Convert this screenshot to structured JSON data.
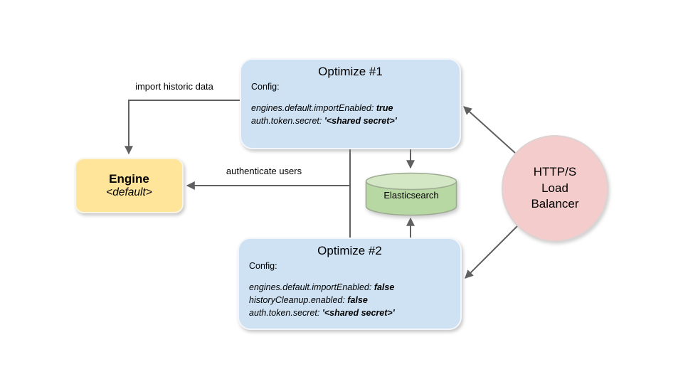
{
  "diagram": {
    "nodes": {
      "optimize1": {
        "title": "Optimize #1",
        "config_label": "Config:",
        "config_lines": [
          {
            "key": "engines.default.importEnabled: ",
            "value": "true"
          },
          {
            "key": "auth.token.secret: ",
            "value": "'<shared secret>'"
          }
        ]
      },
      "optimize2": {
        "title": "Optimize #2",
        "config_label": "Config:",
        "config_lines": [
          {
            "key": "engines.default.importEnabled: ",
            "value": "false"
          },
          {
            "key": "historyCleanup.enabled: ",
            "value": "false"
          },
          {
            "key": "auth.token.secret: ",
            "value": "'<shared secret>'"
          }
        ]
      },
      "engine": {
        "title": "Engine",
        "subtitle": "<default>"
      },
      "elasticsearch": {
        "label": "Elasticsearch"
      },
      "load_balancer": {
        "line1": "HTTP/S",
        "line2": "Load",
        "line3": "Balancer"
      }
    },
    "edges": {
      "import_label": "import historic data",
      "auth_label": "authenticate users"
    },
    "colors": {
      "optimize_fill": "#cfe2f3",
      "engine_fill": "#ffe599",
      "elasticsearch_body": "#b7d7a3",
      "elasticsearch_top": "#d4e7c4",
      "elasticsearch_stroke": "#9dab92",
      "load_balancer_fill": "#f4cccc",
      "arrow": "#606060"
    }
  }
}
